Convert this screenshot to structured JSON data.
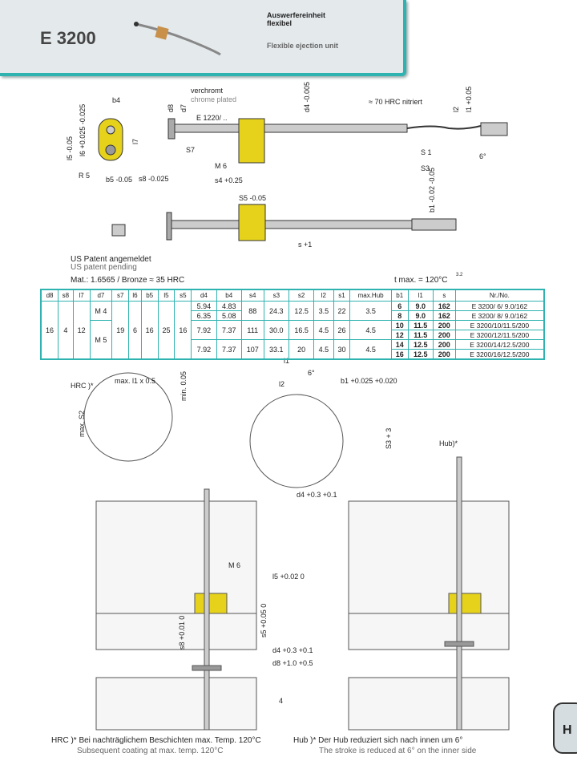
{
  "header": {
    "code": "E 3200",
    "title_de": "Auswerfereinheit flexibel",
    "title_en": "Flexible ejection unit"
  },
  "drawing_labels": {
    "verchromt": "verchromt",
    "chrome_plated": "chrome plated",
    "e1220": "E 1220/ ..",
    "hrc70": "≈ 70 HRC nitriert",
    "b4": "b4",
    "l5": "l5 -0.05",
    "l6": "l6 +0.025 -0.025",
    "l7": "l7",
    "r5": "R 5",
    "b5": "b5 -0.05",
    "s8": "s8 -0.025",
    "s7": "S7",
    "m6": "M 6",
    "s4": "s4 +0.25",
    "s1": "S 1",
    "s3": "S3",
    "d8": "d8",
    "d7": "d7",
    "d4": "d4 -0.005",
    "l2": "l2",
    "l1": "l1 +0.05",
    "deg6": "6°",
    "s5": "S5 -0.05",
    "b1": "b1 -0.02 -0.05",
    "s": "s +1"
  },
  "notes": {
    "patent_de": "US Patent angemeldet",
    "patent_en": "US patent pending",
    "material": "Mat.: 1.6565 / Bronze  ≈ 35 HRC",
    "tmax": "t max. = 120°C",
    "roughness": "3.2"
  },
  "table": {
    "headers": [
      "d8",
      "s8",
      "l7",
      "d7",
      "s7",
      "l6",
      "b5",
      "l5",
      "s5",
      "d4",
      "b4",
      "s4",
      "s3",
      "s2",
      "l2",
      "s1",
      "max.Hub",
      "b1",
      "l1",
      "s",
      "Nr./No."
    ],
    "common": [
      "16",
      "4",
      "12",
      "19",
      "6",
      "16",
      "25",
      "16"
    ],
    "d7": [
      "M 4",
      "M 5"
    ],
    "d4b4": [
      [
        "5.94",
        "4.83"
      ],
      [
        "6.35",
        "5.08"
      ],
      [
        "7.92",
        "7.37"
      ],
      [
        "7.92",
        "7.37"
      ]
    ],
    "groups": [
      [
        "88",
        "24.3",
        "12.5",
        "3.5",
        "22",
        "3.5"
      ],
      [
        "111",
        "30.0",
        "16.5",
        "4.5",
        "26",
        "4.5"
      ],
      [
        "107",
        "33.1",
        "20",
        "4.5",
        "30",
        "4.5"
      ]
    ],
    "rows": [
      [
        "6",
        "9.0",
        "162",
        "E 3200/ 6/ 9.0/162"
      ],
      [
        "8",
        "9.0",
        "162",
        "E 3200/ 8/ 9.0/162"
      ],
      [
        "10",
        "11.5",
        "200",
        "E 3200/10/11.5/200"
      ],
      [
        "12",
        "11.5",
        "200",
        "E 3200/12/11.5/200"
      ],
      [
        "14",
        "12.5",
        "200",
        "E 3200/14/12.5/200"
      ],
      [
        "16",
        "12.5",
        "200",
        "E 3200/16/12.5/200"
      ]
    ]
  },
  "detail_labels": {
    "hrc": "HRC )*",
    "maxl1": "max. l1 x 0.5",
    "min005": "min. 0.05",
    "maxs2": "max. S2",
    "l1": "l1",
    "deg6": "6°",
    "l2": "l2",
    "b1": "b1 +0.025 +0.020",
    "s3p3": "S3 + 3",
    "d4": "d4 +0.3 +0.1",
    "hub": "Hub)*",
    "m6": "M 6",
    "l5": "l5 +0.02 0",
    "s8": "s8 +0.01 0",
    "s5": "s5 +0.05 0",
    "d4b": "d4 +0.3 +0.1",
    "d8": "d8 +1.0 +0.5",
    "four": "4"
  },
  "footnotes": {
    "hrc_de": "HRC )* Bei nachträglichem Beschichten max. Temp. 120°C",
    "hrc_en": "Subsequent coating at max. temp. 120°C",
    "hub_de": "Hub )*  Der Hub reduziert sich nach innen um 6°",
    "hub_en": "The stroke is reduced at 6° on the inner side"
  },
  "section_tab": "H"
}
